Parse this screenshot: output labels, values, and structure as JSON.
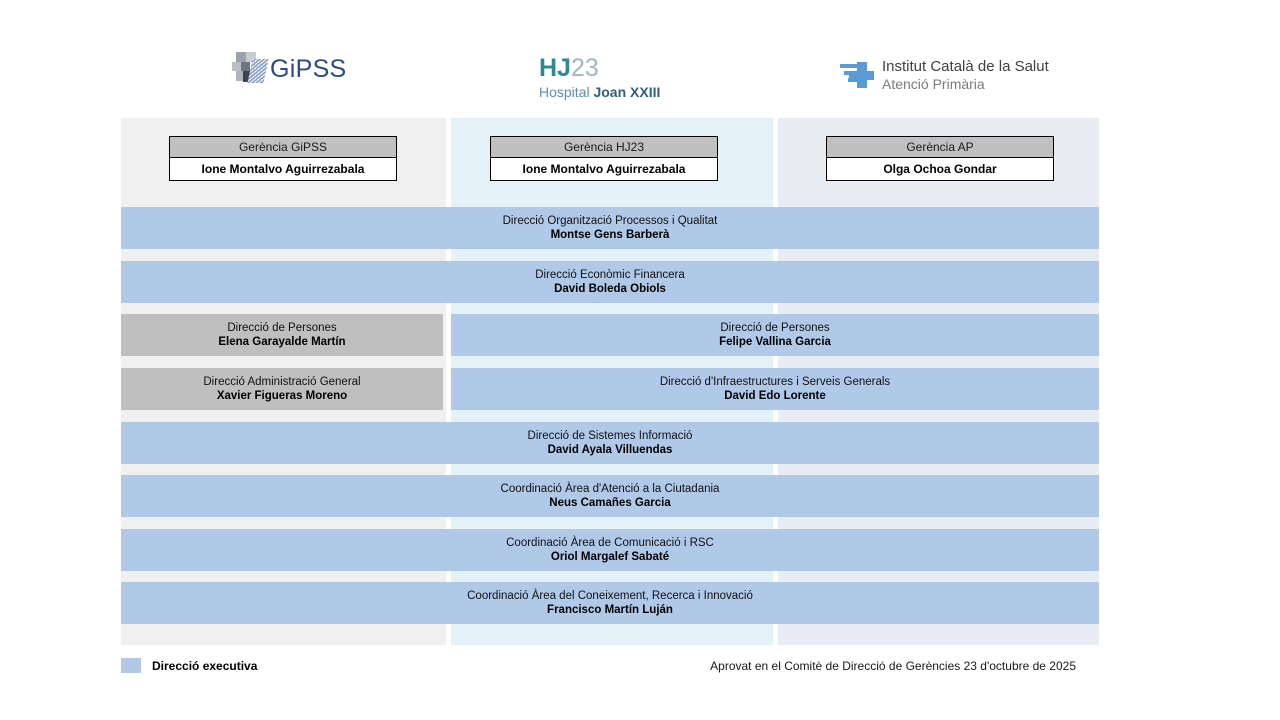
{
  "logos": {
    "gipss": {
      "icon": "gipss-pixel-mark-icon",
      "word": "GiPSS"
    },
    "hj23": {
      "abbrev_bold": "HJ",
      "abbrev_light": "23",
      "sub_light": "Hospital ",
      "sub_bold": "Joan XXIII"
    },
    "ics": {
      "icon": "ics-cross-icon",
      "line1": "Institut Català de la Salut",
      "line2": "Atenció Primària"
    }
  },
  "columns": [
    {
      "key": "gipss",
      "bg": "#f0f0f0"
    },
    {
      "key": "hj23",
      "bg": "#e4f1f7"
    },
    {
      "key": "ap",
      "bg": "#e8edf3"
    }
  ],
  "header_boxes": [
    {
      "title": "Gerència GiPSS",
      "name": "Ione Montalvo Aguirrezabala"
    },
    {
      "title": "Gerència HJ23",
      "name": "Ione Montalvo Aguirrezabala"
    },
    {
      "title": "Gerència AP",
      "name": "Olga Ochoa Gondar"
    }
  ],
  "rows": [
    {
      "kind": "full",
      "title": "Direcció Organització Processos i Qualitat",
      "name": "Montse Gens Barberà"
    },
    {
      "kind": "full",
      "title": "Direcció Econòmic Financera",
      "name": "David Boleda Obiols"
    },
    {
      "kind": "split",
      "left_title": "Direcció de Persones",
      "left_name": "Elena Garayalde Martín",
      "right_title": "Direcció de Persones",
      "right_name": "Felipe Vallina Garcia"
    },
    {
      "kind": "split",
      "left_title": "Direcció Administració General",
      "left_name": "Xavier Figueras Moreno",
      "right_title": "Direcció d'Infraestructures i Serveis Generals",
      "right_name": "David Edo Lorente"
    },
    {
      "kind": "full",
      "title": "Direcció de Sistemes Informació",
      "name": "David Ayala Villuendas"
    },
    {
      "kind": "full",
      "title": "Coordinació Àrea d'Atenció a la Ciutadania",
      "name": "Neus Camañes Garcia"
    },
    {
      "kind": "full",
      "title": "Coordinació Àrea de Comunicació i RSC",
      "name": "Oriol Margalef Sabaté"
    },
    {
      "kind": "full",
      "title": "Coordinació Àrea del Coneixement, Recerca i Innovació",
      "name": "Francisco Martín Luján"
    }
  ],
  "legend": {
    "swatch_color": "#b0c9e8",
    "label": "Direcció executiva"
  },
  "approval": "Aprovat en el Comitè de Direcció de Gerències 23 d'octubre de 2025",
  "colors": {
    "executive_blue": "#b0c9e8",
    "gray_box": "#bfbfbf",
    "header_gray": "#c0c0c0"
  }
}
